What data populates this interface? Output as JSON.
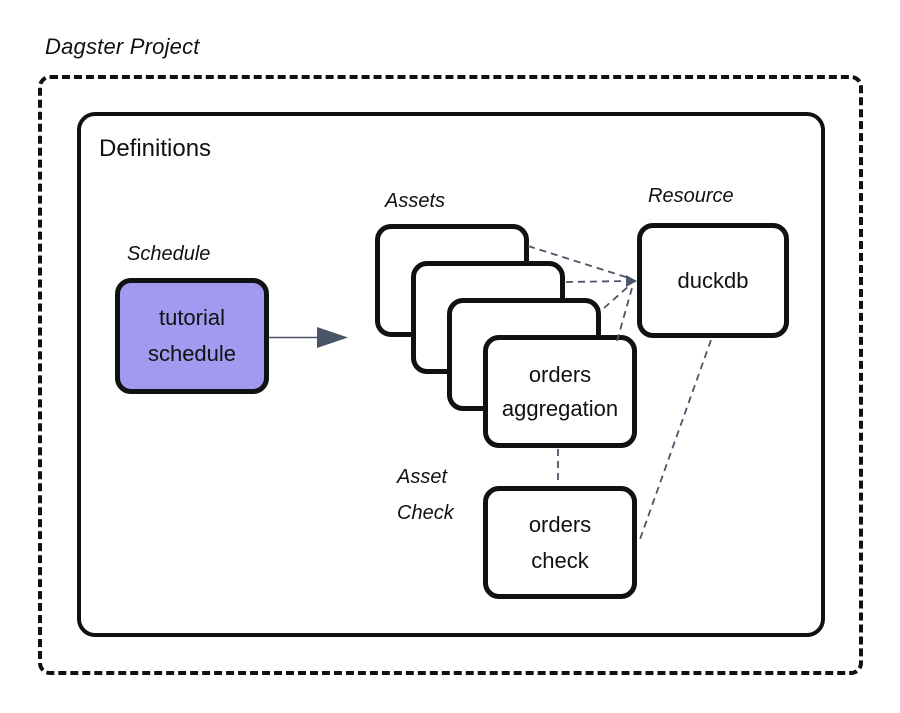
{
  "diagram": {
    "title": "Dagster Project",
    "definitions_label": "Definitions",
    "schedule": {
      "label": "Schedule",
      "node": {
        "line1": "tutorial",
        "line2": "schedule"
      }
    },
    "assets": {
      "label": "Assets",
      "front_node": {
        "line1": "orders",
        "line2": "aggregation"
      }
    },
    "resource": {
      "label": "Resource",
      "node": {
        "line1": "duckdb"
      }
    },
    "asset_check": {
      "label": {
        "line1": "Asset",
        "line2": "Check"
      },
      "node": {
        "line1": "orders",
        "line2": "check"
      }
    },
    "colors": {
      "node_border": "#111111",
      "schedule_fill": "#a29af0",
      "connector": "#4a5568",
      "background": "#ffffff"
    }
  }
}
